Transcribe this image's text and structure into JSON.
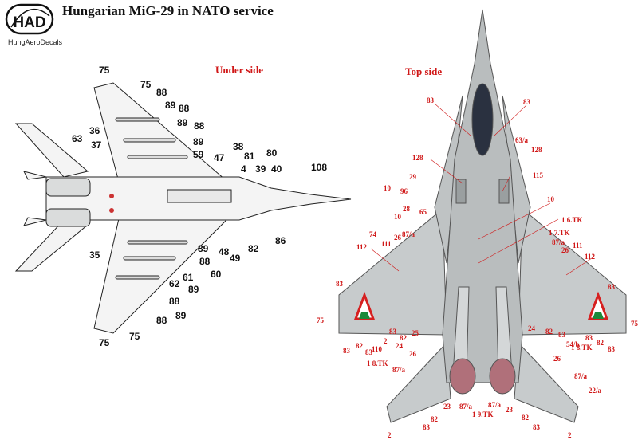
{
  "header": {
    "title": "Hungarian MiG-29 in NATO service",
    "logo_text": "HAD",
    "logo_subtitle": "HungAeroDecals"
  },
  "sections": {
    "under": "Under side",
    "top": "Top side"
  },
  "colors": {
    "label_red": "#d01818",
    "label_black": "#111111",
    "airframe_grey": "#c7cbcc",
    "airframe_dark": "#8f9596",
    "panel_line": "#6d7273",
    "flag_red": "#d62020",
    "flag_green": "#1a8a3a",
    "nozzle": "#b0707a"
  },
  "under_labels": [
    {
      "id": "u1",
      "text": "75"
    },
    {
      "id": "u2",
      "text": "75"
    },
    {
      "id": "u3",
      "text": "88"
    },
    {
      "id": "u4",
      "text": "89"
    },
    {
      "id": "u5",
      "text": "88"
    },
    {
      "id": "u6",
      "text": "89"
    },
    {
      "id": "u7",
      "text": "88"
    },
    {
      "id": "u8",
      "text": "36"
    },
    {
      "id": "u9",
      "text": "37"
    },
    {
      "id": "u10",
      "text": "63"
    },
    {
      "id": "u11",
      "text": "89"
    },
    {
      "id": "u12",
      "text": "59"
    },
    {
      "id": "u13",
      "text": "47"
    },
    {
      "id": "u14",
      "text": "38"
    },
    {
      "id": "u15",
      "text": "81"
    },
    {
      "id": "u16",
      "text": "80"
    },
    {
      "id": "u17",
      "text": "4"
    },
    {
      "id": "u18",
      "text": "39"
    },
    {
      "id": "u19",
      "text": "40"
    },
    {
      "id": "u20",
      "text": "108"
    },
    {
      "id": "u21",
      "text": "86"
    },
    {
      "id": "u22",
      "text": "82"
    },
    {
      "id": "u23",
      "text": "49"
    },
    {
      "id": "u24",
      "text": "48"
    },
    {
      "id": "u25",
      "text": "35"
    },
    {
      "id": "u26",
      "text": "89"
    },
    {
      "id": "u27",
      "text": "88"
    },
    {
      "id": "u28",
      "text": "60"
    },
    {
      "id": "u29",
      "text": "61"
    },
    {
      "id": "u30",
      "text": "62"
    },
    {
      "id": "u31",
      "text": "89"
    },
    {
      "id": "u32",
      "text": "88"
    },
    {
      "id": "u33",
      "text": "89"
    },
    {
      "id": "u34",
      "text": "88"
    },
    {
      "id": "u35",
      "text": "75"
    },
    {
      "id": "u36",
      "text": "75"
    }
  ],
  "top_labels": [
    {
      "id": "t1",
      "text": "83"
    },
    {
      "id": "t2",
      "text": "83"
    },
    {
      "id": "t3",
      "text": "63/a"
    },
    {
      "id": "t4",
      "text": "128"
    },
    {
      "id": "t5",
      "text": "128"
    },
    {
      "id": "t6",
      "text": "115"
    },
    {
      "id": "t7",
      "text": "29"
    },
    {
      "id": "t8",
      "text": "10"
    },
    {
      "id": "t9",
      "text": "96"
    },
    {
      "id": "t10",
      "text": "10"
    },
    {
      "id": "t11",
      "text": "28"
    },
    {
      "id": "t12",
      "text": "65"
    },
    {
      "id": "t13",
      "text": "10"
    },
    {
      "id": "t14",
      "text": "1  6.TK"
    },
    {
      "id": "t15",
      "text": "74"
    },
    {
      "id": "t16",
      "text": "26"
    },
    {
      "id": "t17",
      "text": "87/a"
    },
    {
      "id": "t18",
      "text": "1  7.TK"
    },
    {
      "id": "t19",
      "text": "111"
    },
    {
      "id": "t20",
      "text": "87/a"
    },
    {
      "id": "t21",
      "text": "112"
    },
    {
      "id": "t22",
      "text": "26"
    },
    {
      "id": "t23",
      "text": "111"
    },
    {
      "id": "t24",
      "text": "112"
    },
    {
      "id": "t25",
      "text": "83"
    },
    {
      "id": "t26",
      "text": "83"
    },
    {
      "id": "t27",
      "text": "75"
    },
    {
      "id": "t28",
      "text": "75"
    },
    {
      "id": "t29",
      "text": "83"
    },
    {
      "id": "t30",
      "text": "82"
    },
    {
      "id": "t31",
      "text": "25"
    },
    {
      "id": "t32",
      "text": "24"
    },
    {
      "id": "t33",
      "text": "82"
    },
    {
      "id": "t34",
      "text": "83"
    },
    {
      "id": "t35",
      "text": "82"
    },
    {
      "id": "t36",
      "text": "83"
    },
    {
      "id": "t37",
      "text": "110"
    },
    {
      "id": "t38",
      "text": "2"
    },
    {
      "id": "t39",
      "text": "24"
    },
    {
      "id": "t40",
      "text": "54/b"
    },
    {
      "id": "t41",
      "text": "1  8.TK"
    },
    {
      "id": "t42",
      "text": "83"
    },
    {
      "id": "t43",
      "text": "82"
    },
    {
      "id": "t44",
      "text": "83"
    },
    {
      "id": "t45",
      "text": "83"
    },
    {
      "id": "t46",
      "text": "26"
    },
    {
      "id": "t47",
      "text": "1  8.TK"
    },
    {
      "id": "t48",
      "text": "26"
    },
    {
      "id": "t49",
      "text": "87/a"
    },
    {
      "id": "t50",
      "text": "87/a"
    },
    {
      "id": "t51",
      "text": "22/a"
    },
    {
      "id": "t52",
      "text": "23"
    },
    {
      "id": "t53",
      "text": "87/a"
    },
    {
      "id": "t54",
      "text": "87/a"
    },
    {
      "id": "t55",
      "text": "23"
    },
    {
      "id": "t56",
      "text": "1  9.TK"
    },
    {
      "id": "t57",
      "text": "82"
    },
    {
      "id": "t58",
      "text": "83"
    },
    {
      "id": "t59",
      "text": "82"
    },
    {
      "id": "t60",
      "text": "83"
    },
    {
      "id": "t61",
      "text": "2"
    },
    {
      "id": "t62",
      "text": "2"
    }
  ]
}
